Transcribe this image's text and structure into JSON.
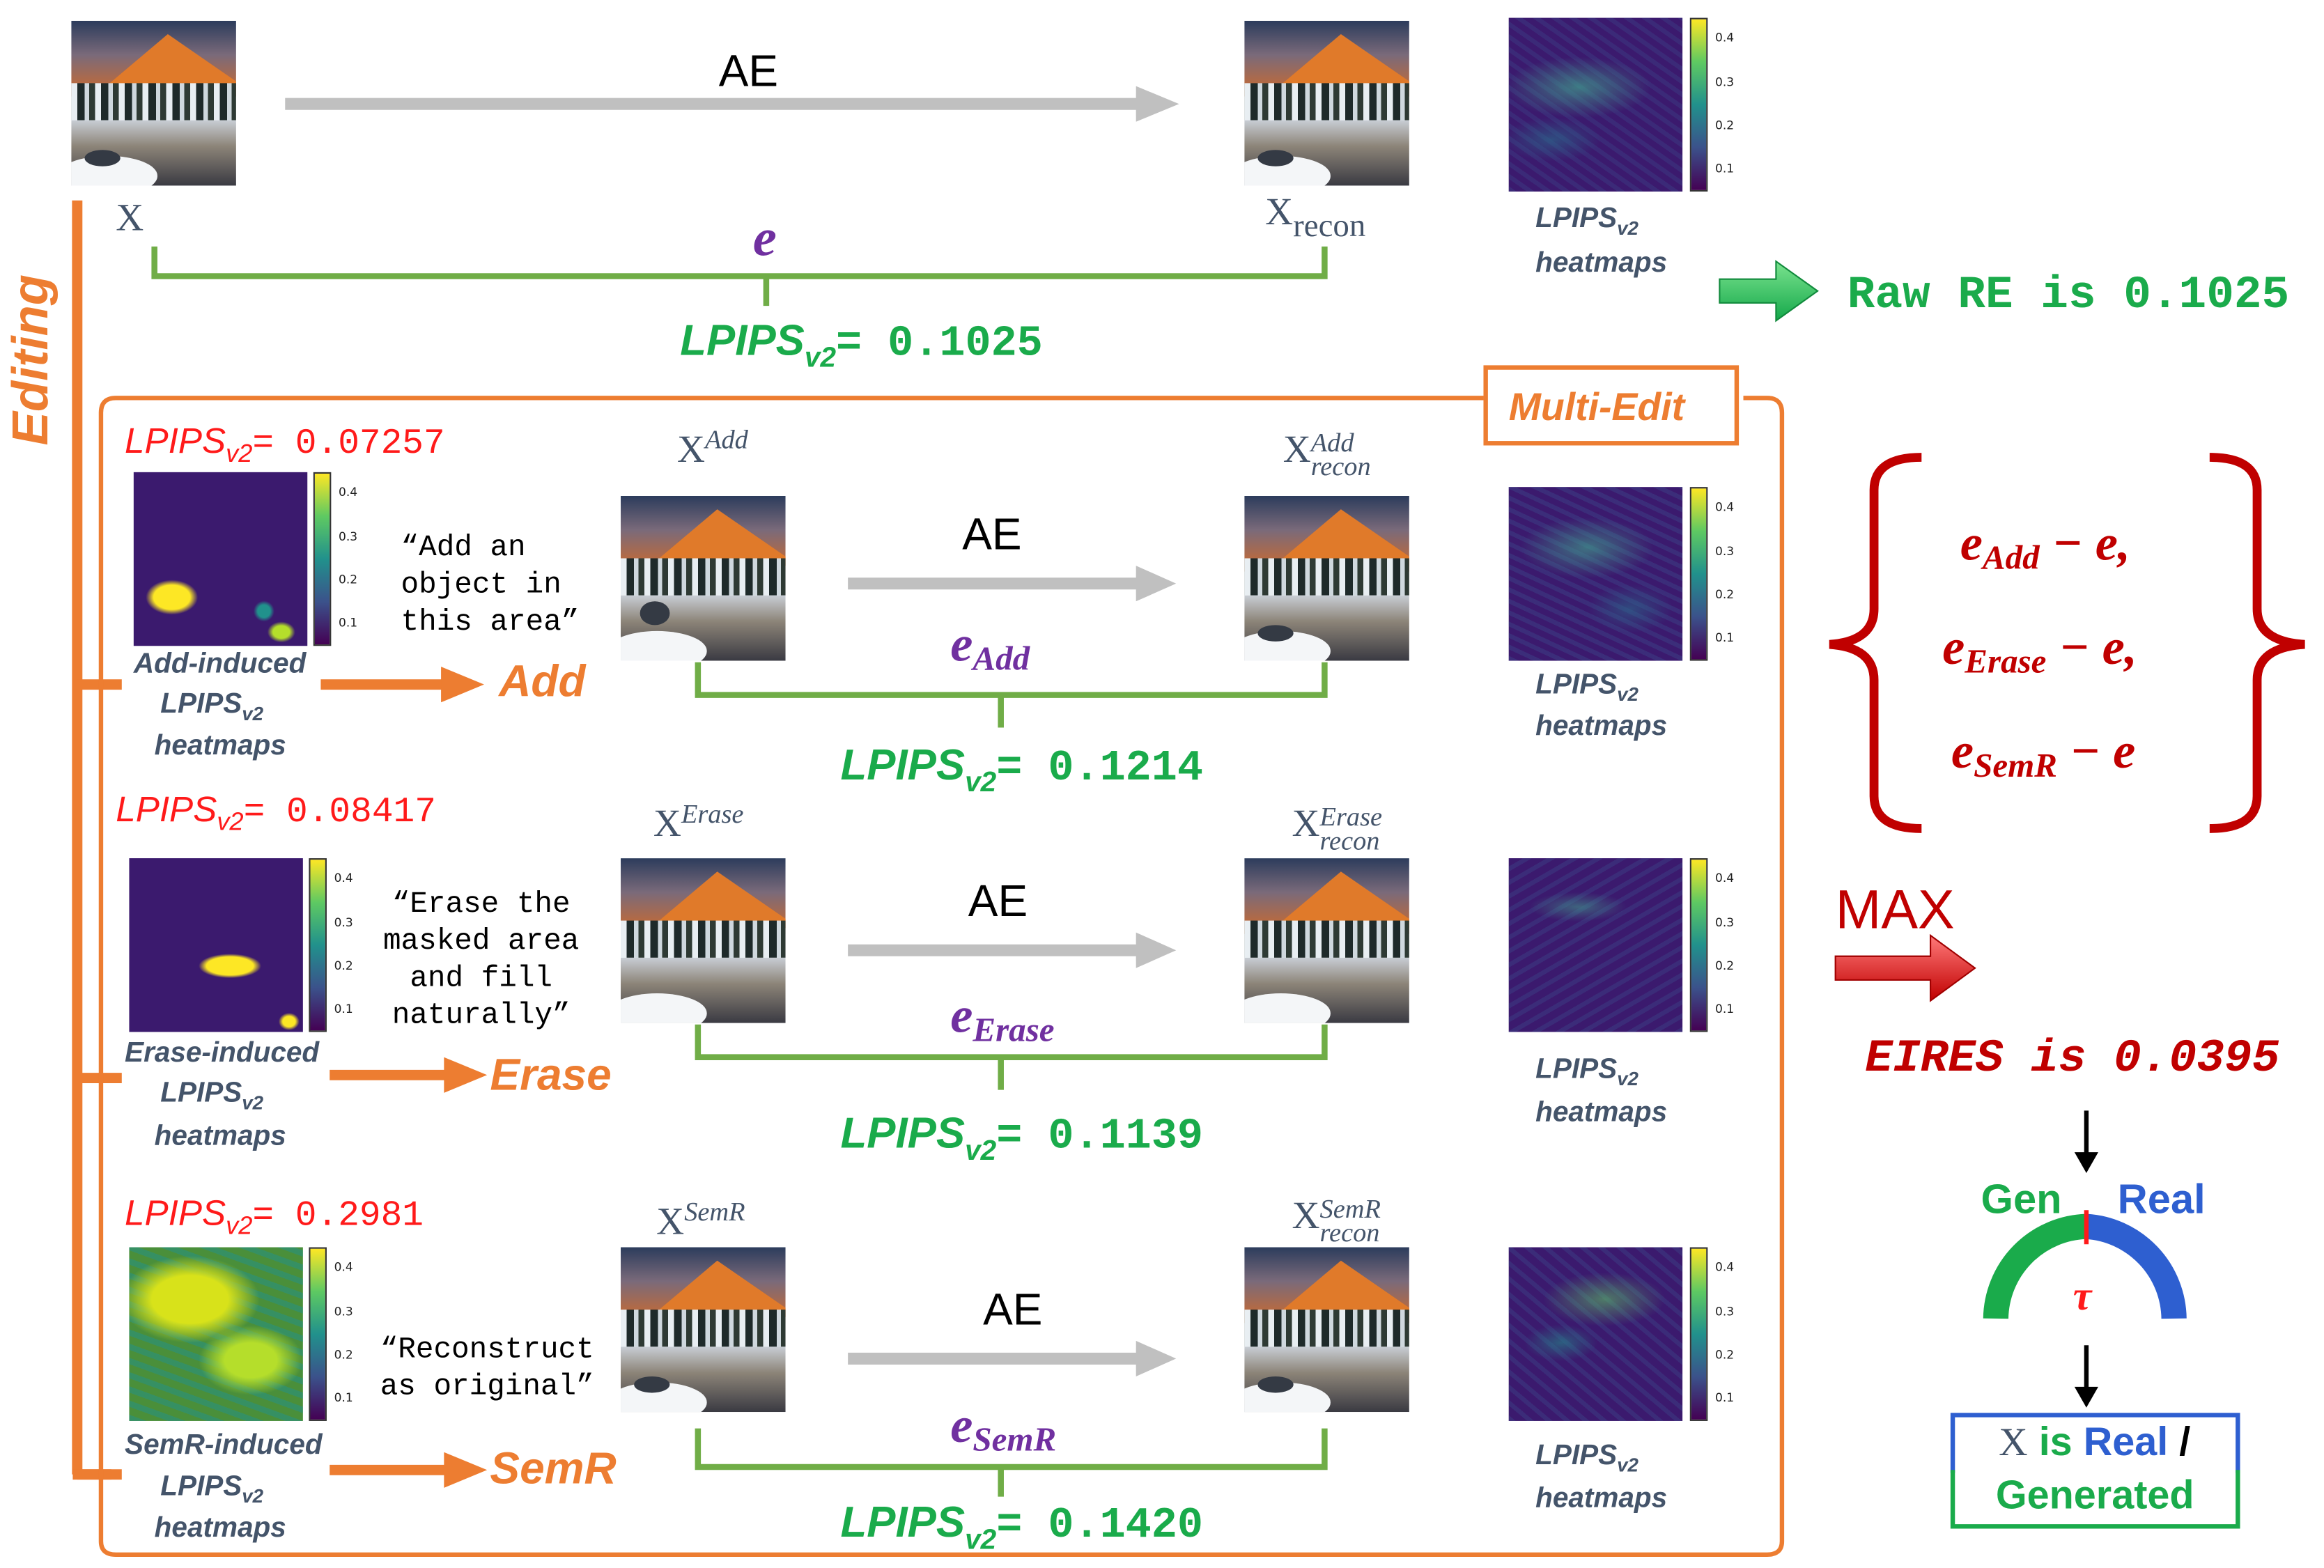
{
  "colors": {
    "orange": "#ed7d31",
    "green": "#1aab4b",
    "brace_green": "#70ad47",
    "purple": "#7030a0",
    "red": "#c00000",
    "lred": "#ff1a1a",
    "blue": "#2e5fd0",
    "gray": "#c0c0c0",
    "slate": "#44546a"
  },
  "labels": {
    "ae": "AE",
    "x": "X",
    "x_recon_base": "X",
    "recon_sub": "recon",
    "e": "e",
    "lpips": "LPIPS",
    "v2": "v2",
    "heatmaps": "heatmaps",
    "editing": "Editing",
    "multi_edit": "Multi-Edit",
    "raw_re": "Raw RE is 0.1025",
    "max": "MAX",
    "eires": "EIRES is 0.0395",
    "gen": "Gen",
    "real": "Real",
    "tau": "τ",
    "decision": {
      "x": "X",
      "is": " is ",
      "real": "Real",
      "slash": " /",
      "generated": "Generated"
    }
  },
  "top": {
    "lpips_value": "= 0.1025"
  },
  "rows": [
    {
      "key": "add",
      "op": "Add",
      "sup": "Add",
      "sub": "Add",
      "induced": "Add-induced",
      "prompt": [
        "“Add an",
        "object in",
        "this area”"
      ],
      "mask_lpips": "= 0.07257",
      "recon_lpips": "= 0.1214"
    },
    {
      "key": "erase",
      "op": "Erase",
      "sup": "Erase",
      "sub": "Erase",
      "induced": "Erase-induced",
      "prompt": [
        "“Erase the",
        "masked area",
        "and fill",
        "naturally”"
      ],
      "mask_lpips": "= 0.08417",
      "recon_lpips": "= 0.1139"
    },
    {
      "key": "semr",
      "op": "SemR",
      "sup": "SemR",
      "sub": "SemR",
      "induced": "SemR-induced",
      "prompt": [
        "“Reconstruct",
        "as original”"
      ],
      "mask_lpips": "= 0.2981",
      "recon_lpips": "= 0.1420"
    }
  ],
  "set": [
    {
      "sub": "Add",
      "tail": " − e,"
    },
    {
      "sub": "Erase",
      "tail": " − e,"
    },
    {
      "sub": "SemR",
      "tail": " − e"
    }
  ],
  "colorbar_ticks": [
    "0.4",
    "0.3",
    "0.2",
    "0.1"
  ]
}
